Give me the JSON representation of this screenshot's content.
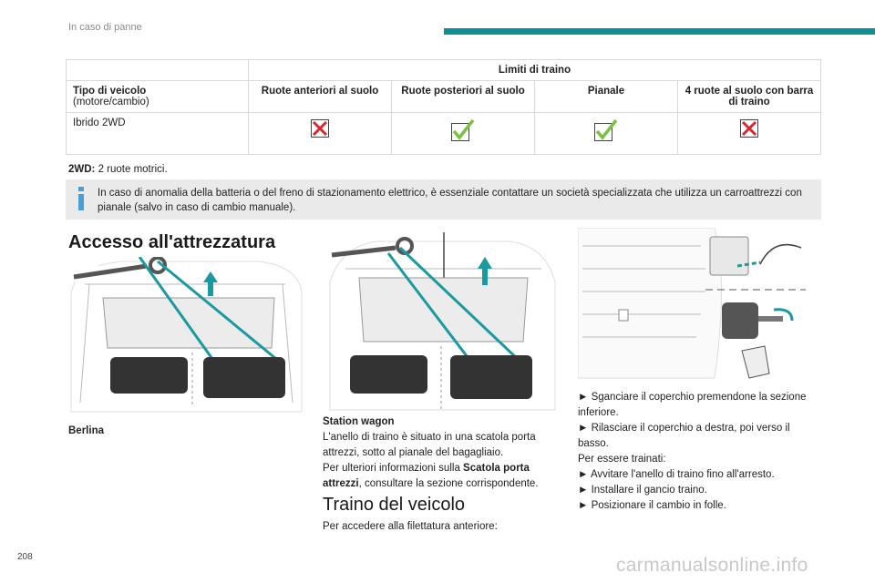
{
  "header": {
    "section": "In caso di panne",
    "accent_color": "#0f8f94"
  },
  "table": {
    "group_header": "Limiti di traino",
    "vehicle_col_label": "Tipo di veicolo",
    "vehicle_col_sub": "(motore/cambio)",
    "columns": [
      "Ruote anteriori al suolo",
      "Ruote posteriori al suolo",
      "Pianale",
      "4 ruote al suolo con barra di traino"
    ],
    "rows": [
      {
        "vehicle": "Ibrido 2WD",
        "values": [
          "cross-icon",
          "check-icon",
          "check-icon",
          "cross-icon"
        ]
      }
    ]
  },
  "note": {
    "term": "2WD:",
    "text": " 2 ruote motrici."
  },
  "info": {
    "icon": "info-icon",
    "text": "In caso di anomalia della batteria o del freno di stazionamento elettrico, è essenziale contattare un società specializzata che utilizza un carroattrezzi con pianale (salvo in caso di cambio manuale)."
  },
  "access": {
    "title": "Accesso all'attrezzatura",
    "berlina_caption": "Berlina",
    "sw_caption_title": "Station wagon",
    "sw_text_1": "L'anello di traino è situato in una scatola porta attrezzi, sotto al pianale del bagagliaio.",
    "sw_text_2_pre": "Per ulteriori informazioni sulla ",
    "sw_text_2_bold": "Scatola porta attrezzi",
    "sw_text_2_post": ", consultare la sezione corrispondente."
  },
  "towing": {
    "title": "Traino del veicolo",
    "intro": "Per accedere alla filettatura anteriore:",
    "steps_a": [
      "Sganciare il coperchio premendone la sezione inferiore.",
      "Rilasciare il coperchio a destra, poi verso il basso."
    ],
    "steps_label": "Per essere trainati:",
    "steps_b": [
      "Avvitare l'anello di traino fino all'arresto.",
      "Installare il gancio traino.",
      "Posizionare il cambio in folle."
    ],
    "bullet": "►"
  },
  "footer": {
    "page": "208",
    "watermark": "carmanualsonline.info"
  }
}
